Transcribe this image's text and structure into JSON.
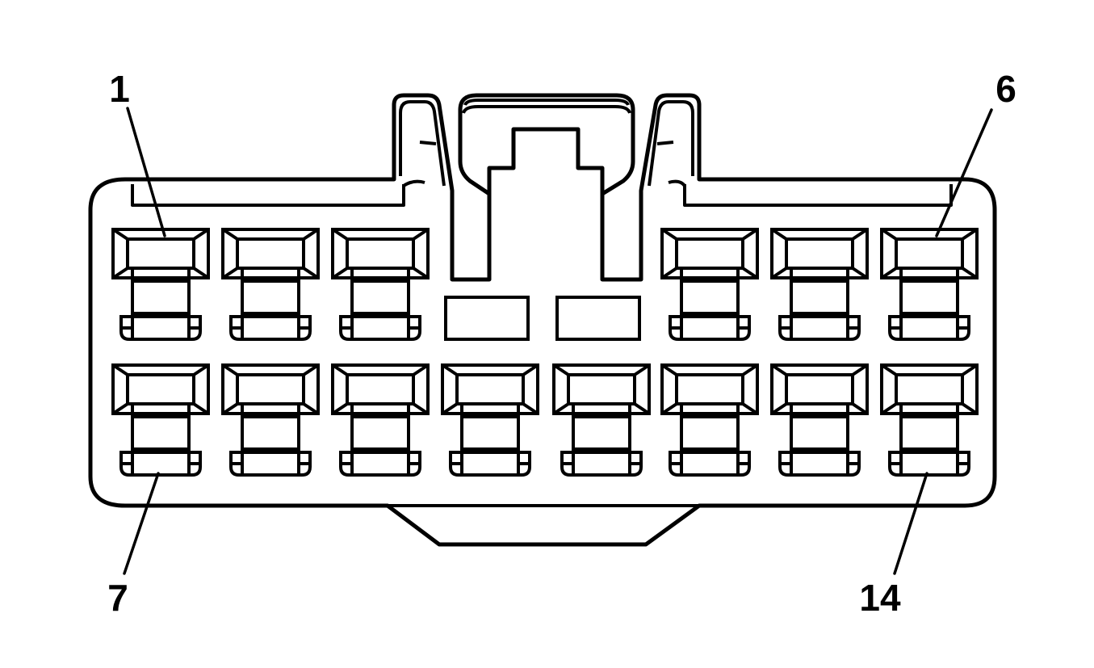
{
  "diagram": {
    "labels": {
      "top_left": "1",
      "top_right": "6",
      "bottom_left": "7",
      "bottom_right": "14"
    },
    "colors": {
      "stroke": "#000000",
      "background": "#ffffff"
    },
    "rows": {
      "top": {
        "terminals": 6,
        "pattern": [
          "terminal",
          "terminal",
          "terminal",
          "blank",
          "blank",
          "terminal",
          "terminal",
          "terminal"
        ]
      },
      "bottom": {
        "terminals": 8,
        "pattern": [
          "terminal",
          "terminal",
          "terminal",
          "terminal",
          "terminal",
          "terminal",
          "terminal",
          "terminal"
        ]
      }
    }
  }
}
